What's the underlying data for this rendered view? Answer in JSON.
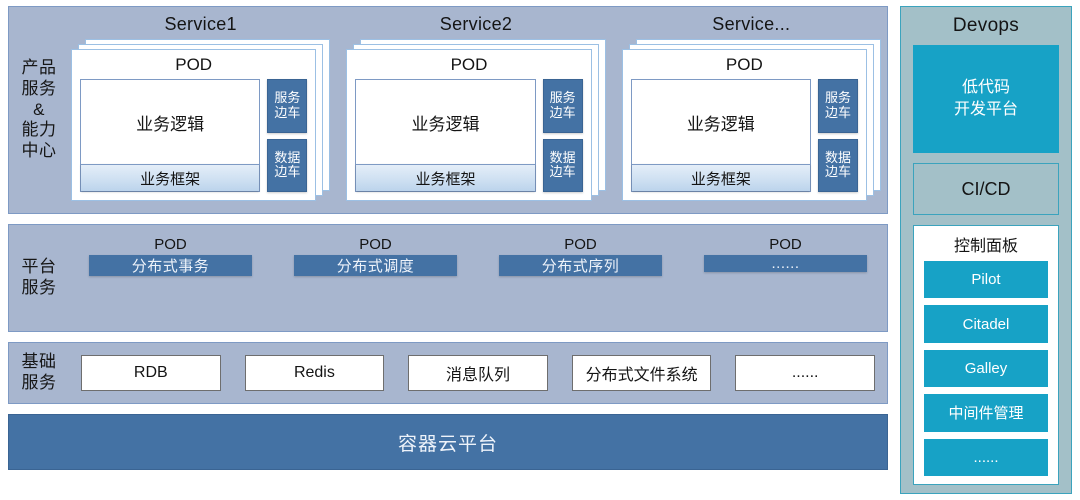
{
  "bands": {
    "products": {
      "label": "产品\n服务\n&\n能力\n中心",
      "services": [
        {
          "title": "Service1",
          "pod_label": "POD",
          "logic_label": "业务逻辑",
          "framework_label": "业务框架",
          "sidecars": [
            "服务\n边车",
            "数据\n边车"
          ]
        },
        {
          "title": "Service2",
          "pod_label": "POD",
          "logic_label": "业务逻辑",
          "framework_label": "业务框架",
          "sidecars": [
            "服务\n边车",
            "数据\n边车"
          ]
        },
        {
          "title": "Service...",
          "pod_label": "POD",
          "logic_label": "业务逻辑",
          "framework_label": "业务框架",
          "sidecars": [
            "服务\n边车",
            "数据\n边车"
          ]
        }
      ]
    },
    "platform": {
      "label": "平台\n服务",
      "pods": [
        {
          "pod_label": "POD",
          "name": "分布式事务"
        },
        {
          "pod_label": "POD",
          "name": "分布式调度"
        },
        {
          "pod_label": "POD",
          "name": "分布式序列"
        },
        {
          "pod_label": "POD",
          "name": "......"
        }
      ]
    },
    "basic": {
      "label": "基础\n服务",
      "items": [
        "RDB",
        "Redis",
        "消息队列",
        "分布式文件系统",
        "......"
      ]
    },
    "cloud": {
      "label": "容器云平台"
    }
  },
  "devops": {
    "title": "Devops",
    "lowcode": "低代码\n开发平台",
    "cicd": "CI/CD",
    "control_panel": {
      "title": "控制面板",
      "items": [
        "Pilot",
        "Citadel",
        "Galley",
        "中间件管理",
        "......"
      ]
    }
  },
  "colors": {
    "panel_fill": "#a8b6cf",
    "panel_border": "#7e9ac4",
    "accent_blue": "#4472a4",
    "devops_fill": "#a3c0c8",
    "devops_border": "#3ba3bd",
    "devops_accent": "#17a2c6",
    "card_white": "#ffffff",
    "card_border": "#9cc0e4"
  }
}
